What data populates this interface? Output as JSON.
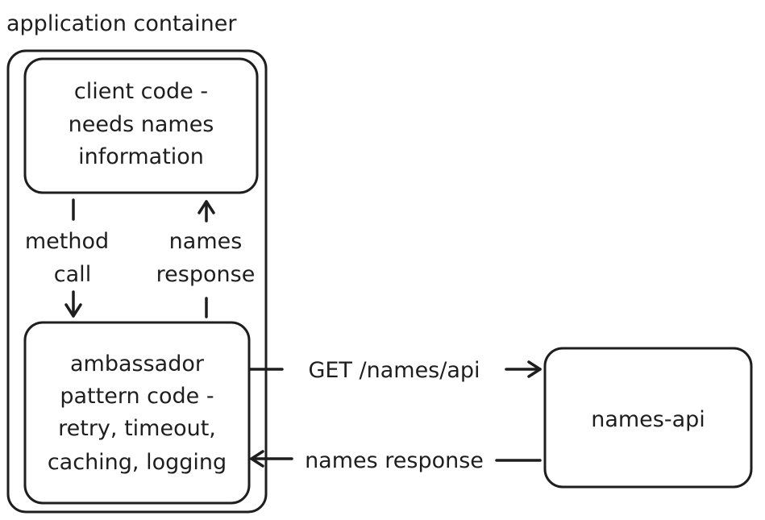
{
  "diagram": {
    "container_title": "application container",
    "client_box": {
      "lines": [
        "client code -",
        "needs names",
        "information"
      ]
    },
    "ambassador_box": {
      "lines": [
        "ambassador",
        "pattern code -",
        "retry, timeout,",
        "caching, logging"
      ]
    },
    "names_api_box": {
      "label": "names-api"
    },
    "edges": {
      "method_call": [
        "method",
        "call"
      ],
      "names_response_up": [
        "names",
        "response"
      ],
      "get_request": "GET /names/api",
      "names_response_left": "names response"
    }
  }
}
